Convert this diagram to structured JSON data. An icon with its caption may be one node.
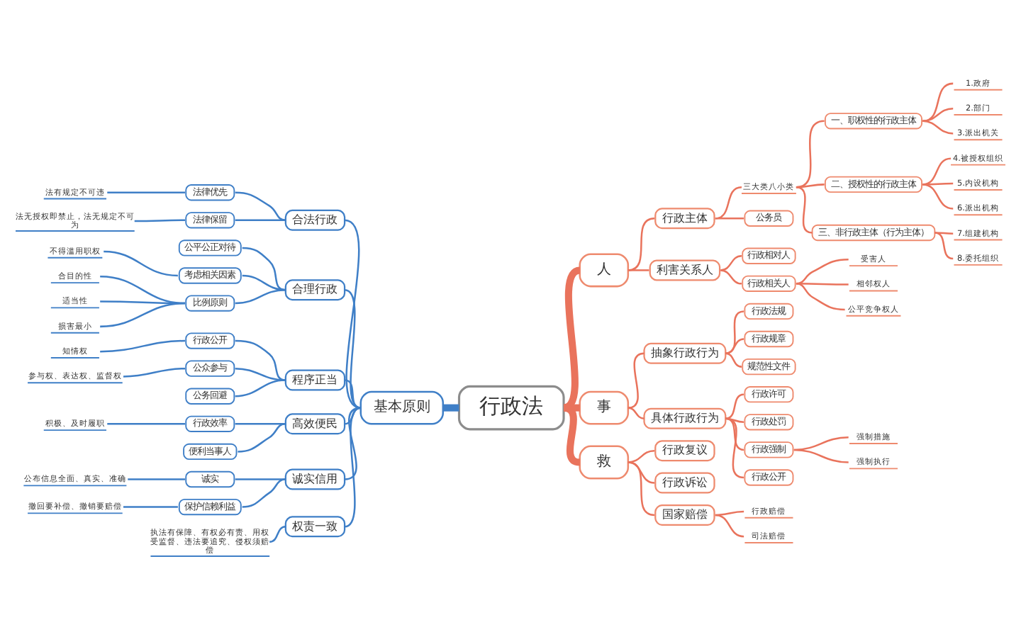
{
  "diagram": {
    "nodes": [
      {
        "text": [
          "行政法"
        ]
      },
      {
        "text": [
          "人"
        ]
      },
      {
        "text": [
          "行政主体"
        ]
      },
      {
        "text": [
          "三大类八小类"
        ]
      },
      {
        "text": [
          "一、职权性的行政主体"
        ]
      },
      {
        "text": [
          "1.政府"
        ]
      },
      {
        "text": [
          "2.部门"
        ]
      },
      {
        "text": [
          "3.派出机关"
        ]
      },
      {
        "text": [
          "二、授权性的行政主体"
        ]
      },
      {
        "text": [
          "4.被授权组织"
        ]
      },
      {
        "text": [
          "5.内设机构"
        ]
      },
      {
        "text": [
          "6.派出机构"
        ]
      },
      {
        "text": [
          "三、非行政主体（行为主体）"
        ]
      },
      {
        "text": [
          "7.组建机构"
        ]
      },
      {
        "text": [
          "8.委托组织"
        ]
      },
      {
        "text": [
          "公务员"
        ]
      },
      {
        "text": [
          "利害关系人"
        ]
      },
      {
        "text": [
          "行政相对人"
        ]
      },
      {
        "text": [
          "行政相关人"
        ]
      },
      {
        "text": [
          "受害人"
        ]
      },
      {
        "text": [
          "相邻权人"
        ]
      },
      {
        "text": [
          "公平竞争权人"
        ]
      },
      {
        "text": [
          "事"
        ]
      },
      {
        "text": [
          "抽象行政行为"
        ]
      },
      {
        "text": [
          "行政法规"
        ]
      },
      {
        "text": [
          "行政规章"
        ]
      },
      {
        "text": [
          "规范性文件"
        ]
      },
      {
        "text": [
          "具体行政行为"
        ]
      },
      {
        "text": [
          "行政许可"
        ]
      },
      {
        "text": [
          "行政处罚"
        ]
      },
      {
        "text": [
          "行政强制"
        ]
      },
      {
        "text": [
          "强制措施"
        ]
      },
      {
        "text": [
          "强制执行"
        ]
      },
      {
        "text": [
          "行政公开"
        ]
      },
      {
        "text": [
          "救"
        ]
      },
      {
        "text": [
          "行政复议"
        ]
      },
      {
        "text": [
          "行政诉讼"
        ]
      },
      {
        "text": [
          "国家赔偿"
        ]
      },
      {
        "text": [
          "行政赔偿"
        ]
      },
      {
        "text": [
          "司法赔偿"
        ]
      },
      {
        "text": [
          "基本原则"
        ]
      },
      {
        "text": [
          "合法行政"
        ]
      },
      {
        "text": [
          "法律优先"
        ]
      },
      {
        "text": [
          "法有规定不可违"
        ]
      },
      {
        "text": [
          "法律保留"
        ]
      },
      {
        "text": [
          "法无授权即禁止，法无规定不可为"
        ]
      },
      {
        "text": [
          "合理行政"
        ]
      },
      {
        "text": [
          "公平公正对待"
        ]
      },
      {
        "text": [
          "考虑相关因素"
        ]
      },
      {
        "text": [
          "不得滥用职权"
        ]
      },
      {
        "text": [
          "比例原则"
        ]
      },
      {
        "text": [
          "合目的性"
        ]
      },
      {
        "text": [
          "适当性"
        ]
      },
      {
        "text": [
          "损害最小"
        ]
      },
      {
        "text": [
          "程序正当"
        ]
      },
      {
        "text": [
          "行政公开"
        ]
      },
      {
        "text": [
          "知情权"
        ]
      },
      {
        "text": [
          "公众参与"
        ]
      },
      {
        "text": [
          "参与权、表达权、监督权"
        ]
      },
      {
        "text": [
          "公务回避"
        ]
      },
      {
        "text": [
          "高效便民"
        ]
      },
      {
        "text": [
          "行政效率"
        ]
      },
      {
        "text": [
          "积极、及时履职"
        ]
      },
      {
        "text": [
          "便利当事人"
        ]
      },
      {
        "text": [
          "诚实信用"
        ]
      },
      {
        "text": [
          "诚实"
        ]
      },
      {
        "text": [
          "公布信息全面、真实、准确"
        ]
      },
      {
        "text": [
          "保护信赖利益"
        ]
      },
      {
        "text": [
          "撤回要补偿、撤销要赔偿"
        ]
      },
      {
        "text": [
          "权责一致"
        ]
      },
      {
        "text": [
          "执法有保障、有权必有责、用权受监督、违法要追究、侵权须赔偿"
        ]
      }
    ],
    "edges": [
      {
        "from": 0,
        "to": 1,
        "arrow": "none",
        "style": "thick"
      },
      {
        "from": 1,
        "to": 2,
        "arrow": "none"
      },
      {
        "from": 2,
        "to": 3,
        "arrow": "none"
      },
      {
        "from": 3,
        "to": 4,
        "arrow": "none"
      },
      {
        "from": 4,
        "to": 5,
        "arrow": "none"
      },
      {
        "from": 4,
        "to": 6,
        "arrow": "none"
      },
      {
        "from": 4,
        "to": 7,
        "arrow": "none"
      },
      {
        "from": 3,
        "to": 8,
        "arrow": "none"
      },
      {
        "from": 8,
        "to": 9,
        "arrow": "none"
      },
      {
        "from": 8,
        "to": 10,
        "arrow": "none"
      },
      {
        "from": 8,
        "to": 11,
        "arrow": "none"
      },
      {
        "from": 3,
        "to": 12,
        "arrow": "none"
      },
      {
        "from": 12,
        "to": 13,
        "arrow": "none"
      },
      {
        "from": 12,
        "to": 14,
        "arrow": "none"
      },
      {
        "from": 2,
        "to": 15,
        "arrow": "none"
      },
      {
        "from": 1,
        "to": 16,
        "arrow": "none"
      },
      {
        "from": 16,
        "to": 17,
        "arrow": "none"
      },
      {
        "from": 16,
        "to": 18,
        "arrow": "none"
      },
      {
        "from": 18,
        "to": 19,
        "arrow": "none"
      },
      {
        "from": 18,
        "to": 20,
        "arrow": "none"
      },
      {
        "from": 18,
        "to": 21,
        "arrow": "none"
      },
      {
        "from": 0,
        "to": 22,
        "arrow": "none",
        "style": "thick"
      },
      {
        "from": 22,
        "to": 23,
        "arrow": "none"
      },
      {
        "from": 23,
        "to": 24,
        "arrow": "none"
      },
      {
        "from": 23,
        "to": 25,
        "arrow": "none"
      },
      {
        "from": 23,
        "to": 26,
        "arrow": "none"
      },
      {
        "from": 22,
        "to": 27,
        "arrow": "none"
      },
      {
        "from": 27,
        "to": 28,
        "arrow": "none"
      },
      {
        "from": 27,
        "to": 29,
        "arrow": "none"
      },
      {
        "from": 27,
        "to": 30,
        "arrow": "none"
      },
      {
        "from": 30,
        "to": 31,
        "arrow": "none"
      },
      {
        "from": 30,
        "to": 32,
        "arrow": "none"
      },
      {
        "from": 27,
        "to": 33,
        "arrow": "none"
      },
      {
        "from": 0,
        "to": 34,
        "arrow": "none",
        "style": "thick"
      },
      {
        "from": 34,
        "to": 35,
        "arrow": "none"
      },
      {
        "from": 34,
        "to": 36,
        "arrow": "none"
      },
      {
        "from": 34,
        "to": 37,
        "arrow": "none"
      },
      {
        "from": 37,
        "to": 38,
        "arrow": "none"
      },
      {
        "from": 37,
        "to": 39,
        "arrow": "none"
      },
      {
        "from": 0,
        "to": 40,
        "arrow": "none",
        "style": "thick",
        "color": "#3f7fc7"
      },
      {
        "from": 40,
        "to": 41,
        "arrow": "none",
        "color": "#3f7fc7"
      },
      {
        "from": 41,
        "to": 42,
        "arrow": "none",
        "color": "#3f7fc7"
      },
      {
        "from": 42,
        "to": 43,
        "arrow": "none",
        "color": "#3f7fc7"
      },
      {
        "from": 41,
        "to": 44,
        "arrow": "none",
        "color": "#3f7fc7"
      },
      {
        "from": 44,
        "to": 45,
        "arrow": "none",
        "color": "#3f7fc7"
      },
      {
        "from": 40,
        "to": 46,
        "arrow": "none",
        "color": "#3f7fc7"
      },
      {
        "from": 46,
        "to": 47,
        "arrow": "none",
        "color": "#3f7fc7"
      },
      {
        "from": 46,
        "to": 48,
        "arrow": "none",
        "color": "#3f7fc7"
      },
      {
        "from": 48,
        "to": 49,
        "arrow": "none",
        "color": "#3f7fc7"
      },
      {
        "from": 46,
        "to": 50,
        "arrow": "none",
        "color": "#3f7fc7"
      },
      {
        "from": 50,
        "to": 51,
        "arrow": "none",
        "color": "#3f7fc7"
      },
      {
        "from": 50,
        "to": 52,
        "arrow": "none",
        "color": "#3f7fc7"
      },
      {
        "from": 50,
        "to": 53,
        "arrow": "none",
        "color": "#3f7fc7"
      },
      {
        "from": 40,
        "to": 54,
        "arrow": "none",
        "color": "#3f7fc7"
      },
      {
        "from": 54,
        "to": 55,
        "arrow": "none",
        "color": "#3f7fc7"
      },
      {
        "from": 55,
        "to": 56,
        "arrow": "none",
        "color": "#3f7fc7"
      },
      {
        "from": 54,
        "to": 57,
        "arrow": "none",
        "color": "#3f7fc7"
      },
      {
        "from": 57,
        "to": 58,
        "arrow": "none",
        "color": "#3f7fc7"
      },
      {
        "from": 54,
        "to": 59,
        "arrow": "none",
        "color": "#3f7fc7"
      },
      {
        "from": 40,
        "to": 60,
        "arrow": "none",
        "color": "#3f7fc7"
      },
      {
        "from": 60,
        "to": 61,
        "arrow": "none",
        "color": "#3f7fc7"
      },
      {
        "from": 61,
        "to": 62,
        "arrow": "none",
        "color": "#3f7fc7"
      },
      {
        "from": 60,
        "to": 63,
        "arrow": "none",
        "color": "#3f7fc7"
      },
      {
        "from": 40,
        "to": 64,
        "arrow": "none",
        "color": "#3f7fc7"
      },
      {
        "from": 64,
        "to": 65,
        "arrow": "none",
        "color": "#3f7fc7"
      },
      {
        "from": 65,
        "to": 66,
        "arrow": "none",
        "color": "#3f7fc7"
      },
      {
        "from": 64,
        "to": 67,
        "arrow": "none",
        "color": "#3f7fc7"
      },
      {
        "from": 67,
        "to": 68,
        "arrow": "none",
        "color": "#3f7fc7"
      },
      {
        "from": 40,
        "to": 69,
        "arrow": "none",
        "color": "#3f7fc7"
      },
      {
        "from": 69,
        "to": 70,
        "arrow": "none",
        "color": "#3f7fc7"
      }
    ]
  }
}
